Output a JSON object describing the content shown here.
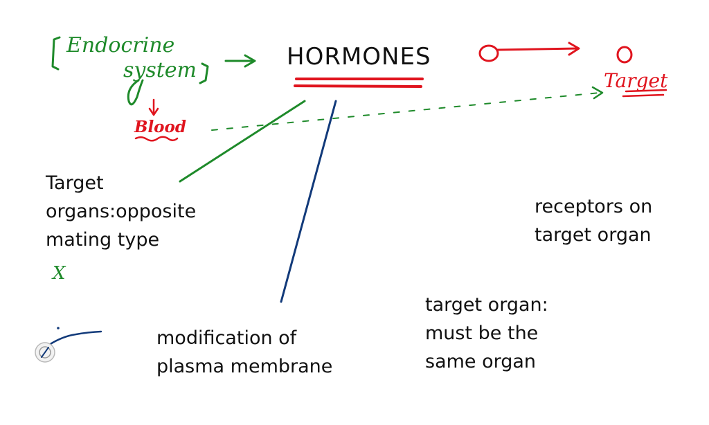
{
  "handwritten": {
    "endocrine_line1": "Endocrine",
    "endocrine_line2": "system",
    "blood": "Blood",
    "target": "Target",
    "cross_mark": "X"
  },
  "title": "HORMONES",
  "labels": {
    "target_organs": "Target\norgans:opposite\nmating type",
    "plasma_membrane": "modification of\nplasma membrane",
    "same_organ": "target organ:\nmust be the\nsame organ",
    "receptors": "receptors on\ntarget organ"
  },
  "colors": {
    "green_ink": "#1e8a2a",
    "red_ink": "#e0141e",
    "blue_ink": "#123a7a",
    "text": "#111111"
  }
}
